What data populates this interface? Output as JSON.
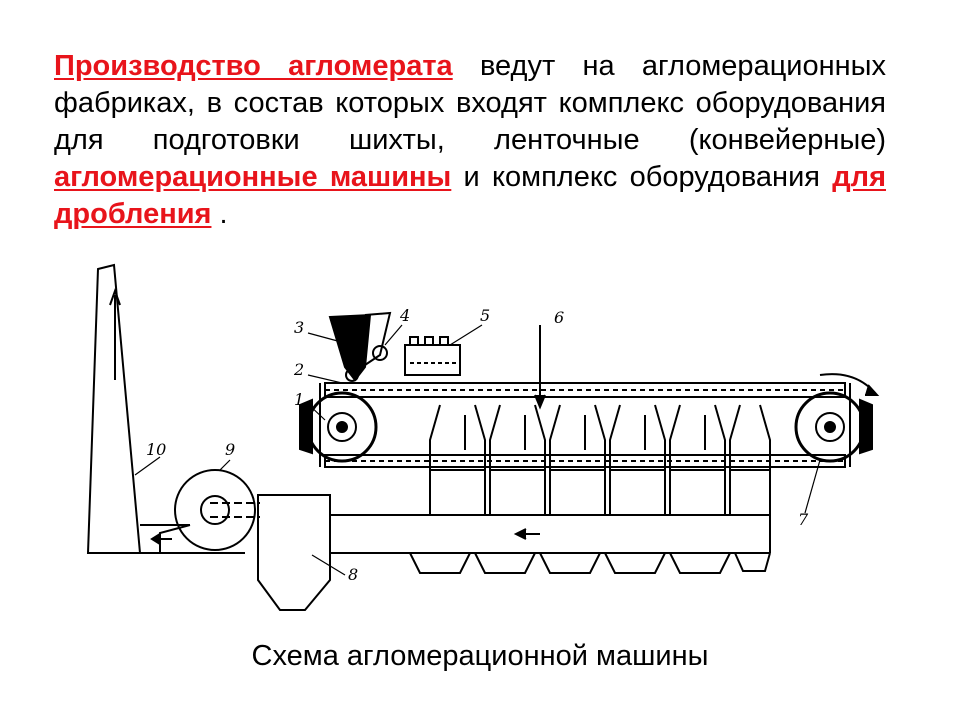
{
  "paragraph": {
    "part1": "Производство агломерата",
    "part2": " ведут на агломерационных фабриках, в состав которых входят комплекс оборудования для подготовки шихты, ленточные (конвейерные) ",
    "part3": "агломерационные машины",
    "part4": " и комплекс оборудования ",
    "part5": "для дробления",
    "part6": " ."
  },
  "highlight_color": "#e8141b",
  "diagram": {
    "labels": [
      "1",
      "2",
      "3",
      "4",
      "5",
      "6",
      "7",
      "8",
      "9",
      "10"
    ]
  },
  "caption": "Схема агломерационной машины"
}
